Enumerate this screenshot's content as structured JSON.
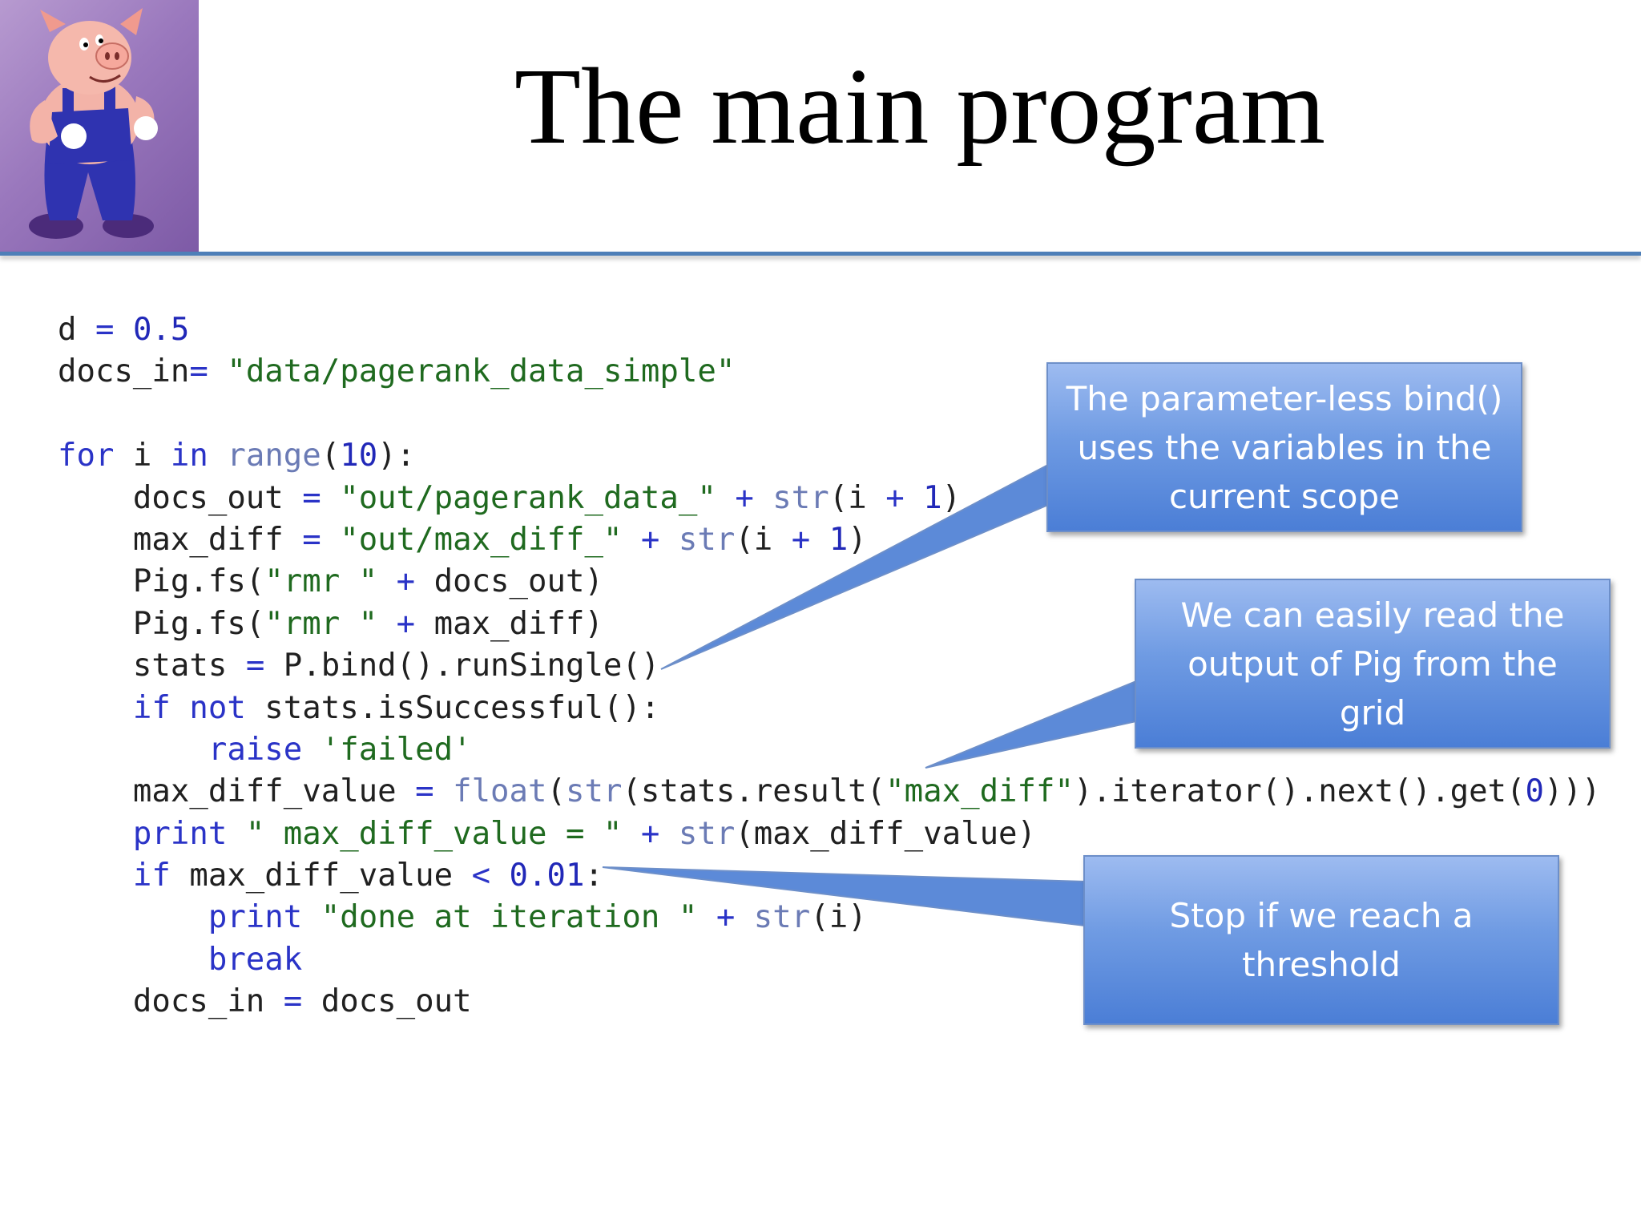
{
  "slide": {
    "title": "The main program"
  },
  "logo": {
    "icon": "pig-mascot-icon"
  },
  "code": {
    "lines": [
      [
        {
          "t": "d ",
          "c": ""
        },
        {
          "t": "=",
          "c": "op"
        },
        {
          "t": " ",
          "c": ""
        },
        {
          "t": "0.5",
          "c": "num"
        }
      ],
      [
        {
          "t": "docs_in",
          "c": ""
        },
        {
          "t": "=",
          "c": "op"
        },
        {
          "t": " ",
          "c": ""
        },
        {
          "t": "\"data/pagerank_data_simple\"",
          "c": "str"
        }
      ],
      [],
      [
        {
          "t": "for",
          "c": "kw"
        },
        {
          "t": " i ",
          "c": ""
        },
        {
          "t": "in",
          "c": "kw"
        },
        {
          "t": " ",
          "c": ""
        },
        {
          "t": "range",
          "c": "bi"
        },
        {
          "t": "(",
          "c": ""
        },
        {
          "t": "10",
          "c": "num"
        },
        {
          "t": "):",
          "c": ""
        }
      ],
      [
        {
          "t": "    docs_out ",
          "c": ""
        },
        {
          "t": "=",
          "c": "op"
        },
        {
          "t": " ",
          "c": ""
        },
        {
          "t": "\"out/pagerank_data_\"",
          "c": "str"
        },
        {
          "t": " ",
          "c": ""
        },
        {
          "t": "+",
          "c": "op"
        },
        {
          "t": " ",
          "c": ""
        },
        {
          "t": "str",
          "c": "bi"
        },
        {
          "t": "(i ",
          "c": ""
        },
        {
          "t": "+",
          "c": "op"
        },
        {
          "t": " ",
          "c": ""
        },
        {
          "t": "1",
          "c": "num"
        },
        {
          "t": ")",
          "c": ""
        }
      ],
      [
        {
          "t": "    max_diff ",
          "c": ""
        },
        {
          "t": "=",
          "c": "op"
        },
        {
          "t": " ",
          "c": ""
        },
        {
          "t": "\"out/max_diff_\"",
          "c": "str"
        },
        {
          "t": " ",
          "c": ""
        },
        {
          "t": "+",
          "c": "op"
        },
        {
          "t": " ",
          "c": ""
        },
        {
          "t": "str",
          "c": "bi"
        },
        {
          "t": "(i ",
          "c": ""
        },
        {
          "t": "+",
          "c": "op"
        },
        {
          "t": " ",
          "c": ""
        },
        {
          "t": "1",
          "c": "num"
        },
        {
          "t": ")",
          "c": ""
        }
      ],
      [
        {
          "t": "    Pig.fs(",
          "c": ""
        },
        {
          "t": "\"rmr \"",
          "c": "str"
        },
        {
          "t": " ",
          "c": ""
        },
        {
          "t": "+",
          "c": "op"
        },
        {
          "t": " docs_out)",
          "c": ""
        }
      ],
      [
        {
          "t": "    Pig.fs(",
          "c": ""
        },
        {
          "t": "\"rmr \"",
          "c": "str"
        },
        {
          "t": " ",
          "c": ""
        },
        {
          "t": "+",
          "c": "op"
        },
        {
          "t": " max_diff)",
          "c": ""
        }
      ],
      [
        {
          "t": "    stats ",
          "c": ""
        },
        {
          "t": "=",
          "c": "op"
        },
        {
          "t": " P.bind().runSingle()",
          "c": ""
        }
      ],
      [
        {
          "t": "    ",
          "c": ""
        },
        {
          "t": "if",
          "c": "kw"
        },
        {
          "t": " ",
          "c": ""
        },
        {
          "t": "not",
          "c": "kw"
        },
        {
          "t": " stats.isSuccessful():",
          "c": ""
        }
      ],
      [
        {
          "t": "        ",
          "c": ""
        },
        {
          "t": "raise",
          "c": "kw"
        },
        {
          "t": " ",
          "c": ""
        },
        {
          "t": "'failed'",
          "c": "str"
        }
      ],
      [
        {
          "t": "    max_diff_value ",
          "c": ""
        },
        {
          "t": "=",
          "c": "op"
        },
        {
          "t": " ",
          "c": ""
        },
        {
          "t": "float",
          "c": "bi"
        },
        {
          "t": "(",
          "c": ""
        },
        {
          "t": "str",
          "c": "bi"
        },
        {
          "t": "(stats.result(",
          "c": ""
        },
        {
          "t": "\"max_diff\"",
          "c": "str"
        },
        {
          "t": ").iterator().next().get(",
          "c": ""
        },
        {
          "t": "0",
          "c": "num"
        },
        {
          "t": ")))",
          "c": ""
        }
      ],
      [
        {
          "t": "    ",
          "c": ""
        },
        {
          "t": "print",
          "c": "kw"
        },
        {
          "t": " ",
          "c": ""
        },
        {
          "t": "\" max_diff_value = \"",
          "c": "str"
        },
        {
          "t": " ",
          "c": ""
        },
        {
          "t": "+",
          "c": "op"
        },
        {
          "t": " ",
          "c": ""
        },
        {
          "t": "str",
          "c": "bi"
        },
        {
          "t": "(max_diff_value)",
          "c": ""
        }
      ],
      [
        {
          "t": "    ",
          "c": ""
        },
        {
          "t": "if",
          "c": "kw"
        },
        {
          "t": " max_diff_value ",
          "c": ""
        },
        {
          "t": "<",
          "c": "op"
        },
        {
          "t": " ",
          "c": ""
        },
        {
          "t": "0.01",
          "c": "num"
        },
        {
          "t": ":",
          "c": ""
        }
      ],
      [
        {
          "t": "        ",
          "c": ""
        },
        {
          "t": "print",
          "c": "kw"
        },
        {
          "t": " ",
          "c": ""
        },
        {
          "t": "\"done at iteration \"",
          "c": "str"
        },
        {
          "t": " ",
          "c": ""
        },
        {
          "t": "+",
          "c": "op"
        },
        {
          "t": " ",
          "c": ""
        },
        {
          "t": "str",
          "c": "bi"
        },
        {
          "t": "(i)",
          "c": ""
        }
      ],
      [
        {
          "t": "        ",
          "c": ""
        },
        {
          "t": "break",
          "c": "kw"
        }
      ],
      [
        {
          "t": "    docs_in ",
          "c": ""
        },
        {
          "t": "=",
          "c": "op"
        },
        {
          "t": " docs_out",
          "c": ""
        }
      ]
    ]
  },
  "callouts": {
    "bind": "The parameter-less bind() uses the variables in the current scope",
    "read": "We can easily read the output of Pig from the grid",
    "stop": "Stop if we reach a threshold"
  },
  "colors": {
    "keyword": "#2a33c7",
    "string": "#1f6a1f",
    "number": "#2128b8",
    "builtin": "#6b7bb5",
    "callout_fill": "#6f9be3",
    "rule": "#4e7fb8"
  }
}
